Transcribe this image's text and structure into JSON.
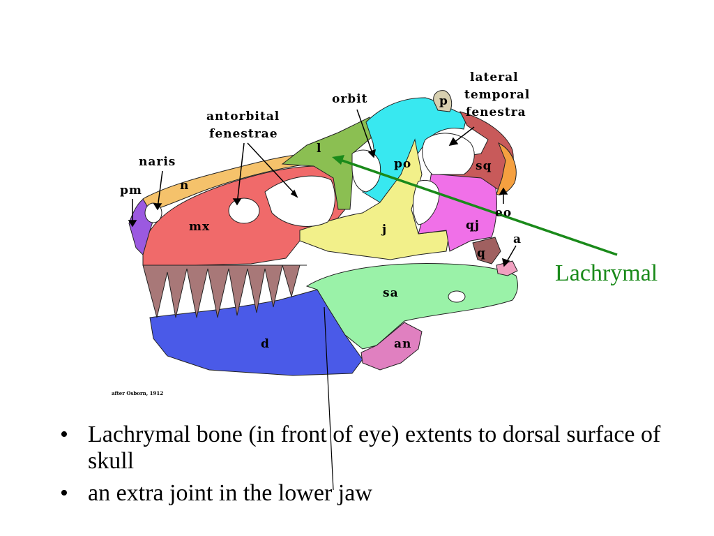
{
  "labels": {
    "lateral": "lateral",
    "temporal": "temporal",
    "fenestra": "fenestra",
    "orbit": "orbit",
    "p": "p",
    "antorbital": "antorbital",
    "fenestrae": "fenestrae",
    "l": "l",
    "po": "po",
    "sq": "sq",
    "naris": "naris",
    "n": "n",
    "pm": "pm",
    "eo": "eo",
    "mx": "mx",
    "j": "j",
    "qj": "qj",
    "a": "a",
    "q": "q",
    "sa": "sa",
    "d": "d",
    "an": "an"
  },
  "callout": "Lachrymal",
  "credit": "after Osborn, 1912",
  "bullets": [
    "Lachrymal bone (in front of eye) extents to dorsal surface of skull",
    "an extra joint in the lower jaw"
  ],
  "colors": {
    "premaxilla": "#9b59e0",
    "nasal": "#f5c26b",
    "maxilla": "#f06a6a",
    "lachrymal": "#8bbf52",
    "postorbital": "#38e8f0",
    "jugal": "#f2f08a",
    "quadratojugal": "#f070e8",
    "squamosal": "#c85a5a",
    "exoccipital": "#f5a040",
    "quadrate": "#a06060",
    "surangular": "#9af2a8",
    "dentary": "#4a5ae8",
    "angular": "#e080c0",
    "teeth": "#a87878",
    "callout": "#1a8a1a"
  }
}
